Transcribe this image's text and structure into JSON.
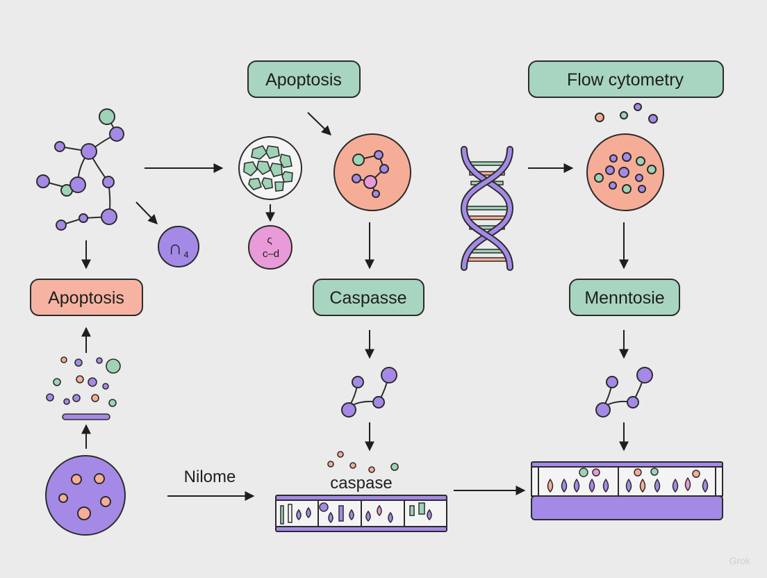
{
  "labels": {
    "apoptosis_top": "Apoptosis",
    "flow_cytometry": "Flow cytometry",
    "apoptosis_left": "Apoptosis",
    "caspasse": "Caspasse",
    "menntosie": "Menntosie",
    "nilome": "Nilome",
    "caspase_small": "caspase",
    "n4_main": "∩",
    "n4_sub": "4",
    "small_glyph": "ς",
    "small_glyph2": "c–d",
    "watermark": "Grok"
  },
  "colors": {
    "background": "#ebebeb",
    "green_box": "#a8d5bf",
    "salmon_box": "#f6b3a1",
    "purple": "#a48ae6",
    "green_node": "#9fd3b5",
    "pink": "#e99ad8",
    "salmon": "#f6ad97",
    "outline": "#2b2b2b"
  }
}
